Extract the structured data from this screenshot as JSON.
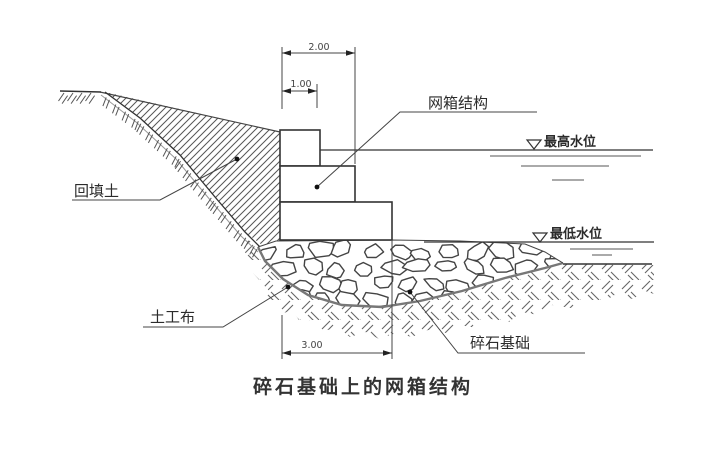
{
  "title": "碎石基础上的网箱结构",
  "labels": {
    "backfill": "回填土",
    "geotextile": "土工布",
    "gabion_structure": "网箱结构",
    "gravel_foundation": "碎石基础",
    "high_water_level": "最高水位",
    "low_water_level": "最低水位"
  },
  "dimensions": {
    "upper_width": "2.00",
    "upper_inner_width": "1.00",
    "base_width": "3.00"
  },
  "colors": {
    "line": "#333333",
    "hatch": "#666666",
    "background": "#ffffff"
  }
}
